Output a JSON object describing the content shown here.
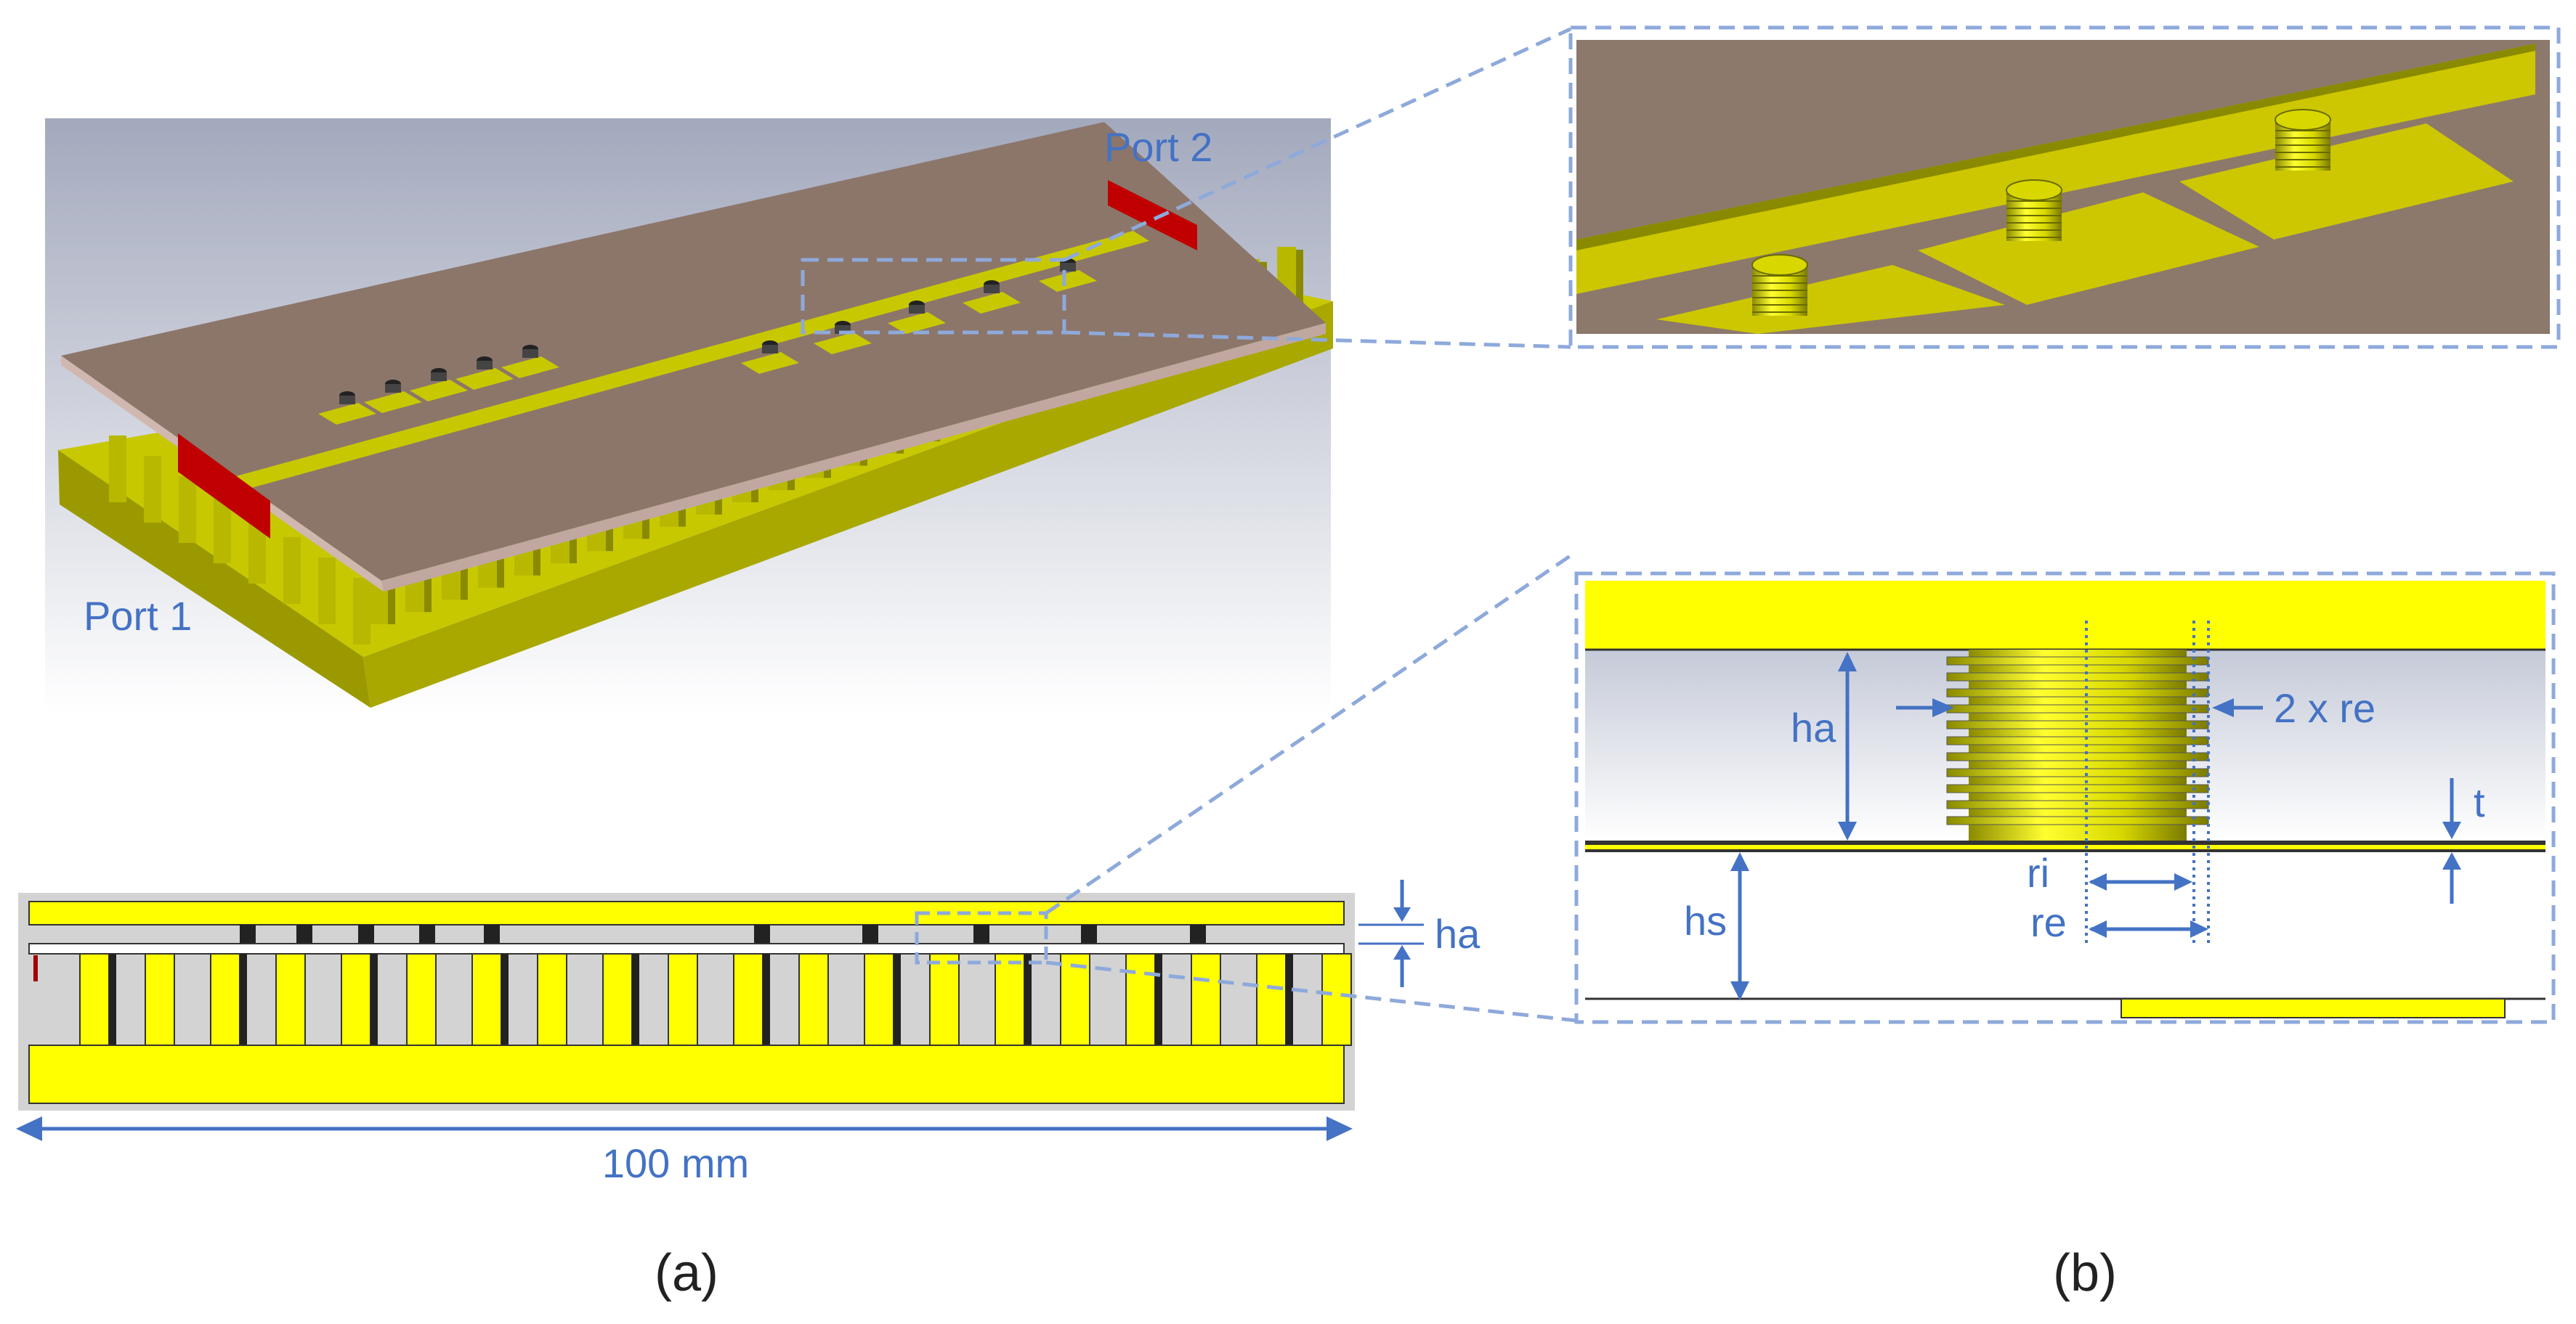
{
  "colors": {
    "gold": "#ffff00",
    "dark_gold": "#9a9a00",
    "olive": "#c8c800",
    "board": "#8c766a",
    "bg_top": "#a3a9bd",
    "bg_bottom": "#ffffff",
    "accent": "#4472c4",
    "port": "#c00000"
  },
  "labels": {
    "port1": "Port 1",
    "port2": "Port 2",
    "ha_side": "ha",
    "width": "100 mm",
    "caption_a": "(a)",
    "caption_b": "(b)",
    "ha": "ha",
    "two_re": "2 x re",
    "t": "t",
    "hs": "hs",
    "ri": "ri",
    "re": "re"
  }
}
